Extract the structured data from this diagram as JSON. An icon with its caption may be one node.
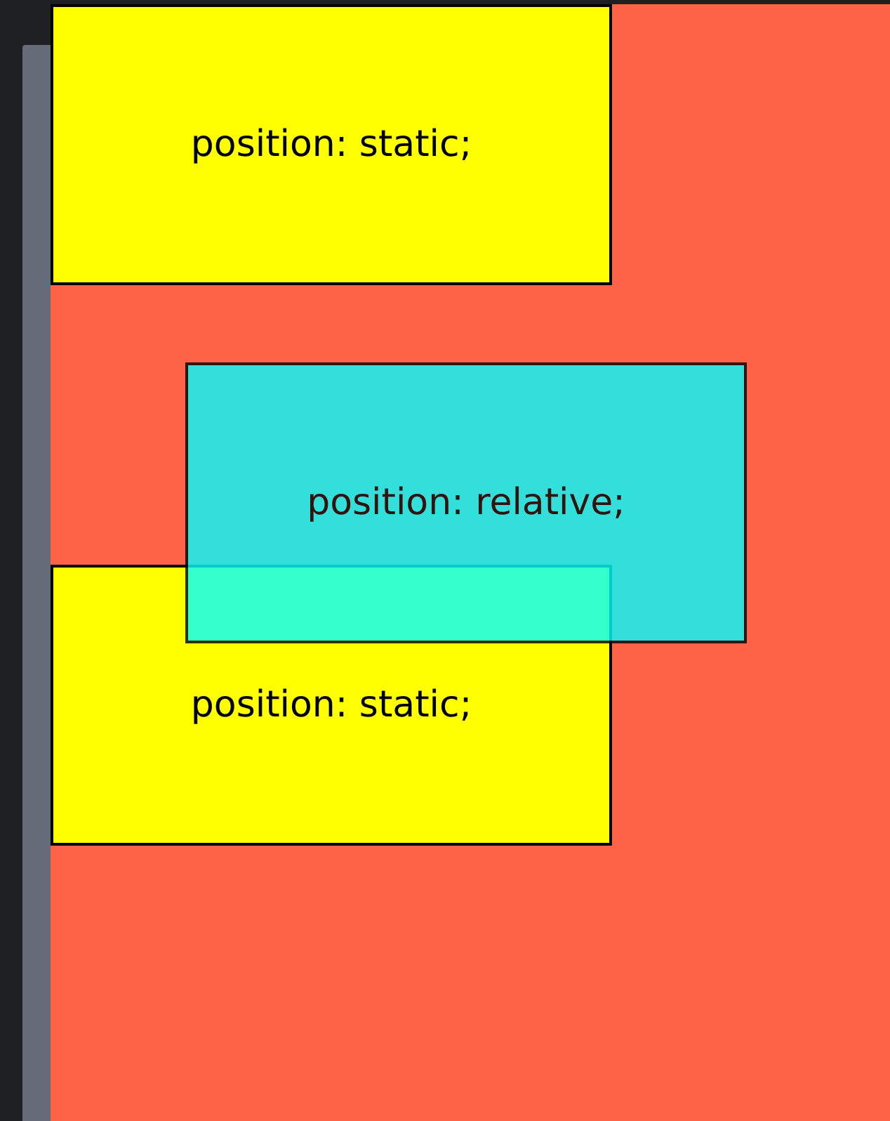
{
  "diagram": {
    "nodes": [
      {
        "text": [
          "position: static;"
        ]
      },
      {
        "text": [
          "position: relative;"
        ]
      },
      {
        "text": [
          "position: static;"
        ]
      },
      {
        "text": [],
        "shape": "bar"
      }
    ]
  }
}
